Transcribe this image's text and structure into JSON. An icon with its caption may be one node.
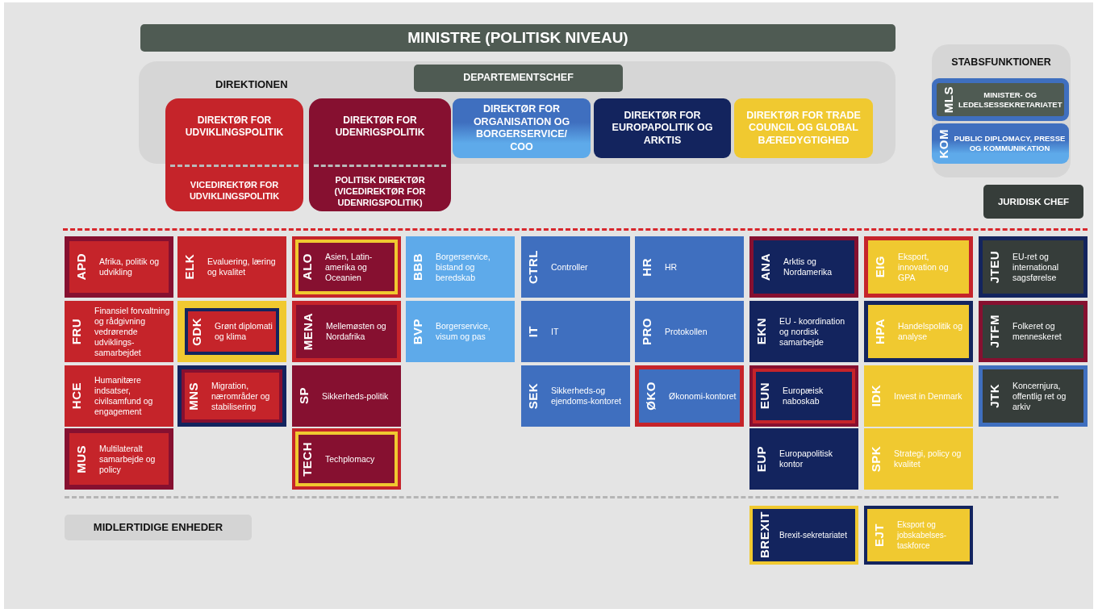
{
  "diagram": {
    "nodes": [
      {
        "text": [
          "MINISTRE (POLITISK NIVEAU)"
        ]
      },
      {
        "text": [
          "DIREKTIONEN"
        ]
      },
      {
        "text": [
          "DEPARTEMENTSCHEF"
        ],
        "in": 1
      },
      {
        "text": [
          "DIREKTØR FOR UDVIKLINGSPOLITIK",
          "VICEDIREKTØR FOR UDVIKLINGSPOLITIK"
        ]
      },
      {
        "text": [
          "DIREKTØR FOR UDENRIGSPOLITIK",
          "POLITISK DIREKTØR (VICEDIREKTØR FOR UDENRIGSPOLITIK)"
        ]
      },
      {
        "text": [
          "DIREKTØR FOR ORGANISATION OG BORGERSERVICE/ COO"
        ],
        "in": 1
      },
      {
        "text": [
          "DIREKTØR FOR EUROPAPOLITIK OG ARKTIS"
        ],
        "in": 1
      },
      {
        "text": [
          "DIREKTØR FOR TRADE COUNCIL OG GLOBAL BÆREDYGTIGHED"
        ],
        "in": 1
      },
      {
        "text": [
          "STABSFUNKTIONER"
        ]
      },
      {
        "text": [
          "MLS",
          "MINISTER- OG LEDELSESSEKRETARIATET"
        ],
        "in": 8
      },
      {
        "text": [
          "KOM",
          "PUBLIC DIPLOMACY, PRESSE OG KOMMUNIKATION"
        ],
        "in": 8
      },
      {
        "text": [
          "JURIDISK CHEF"
        ]
      },
      {
        "text": [
          "APD",
          "Afrika, politik og udvikling"
        ]
      },
      {
        "text": [
          "FRU",
          "Finansiel forvaltning og rådgivning vedrørende udviklings-samarbejdet"
        ]
      },
      {
        "text": [
          "HCE",
          "Humanitære indsatser, civilsamfund og engagement"
        ]
      },
      {
        "text": [
          "MUS",
          "Multilateralt samarbejde og policy"
        ]
      },
      {
        "text": [
          "ELK",
          "Evaluering, læring og kvalitet"
        ]
      },
      {
        "text": [
          "GDK",
          "Grønt diplomati og klima"
        ]
      },
      {
        "text": [
          "MNS",
          "Migration, nærområder og stabilisering"
        ]
      },
      {
        "text": [
          "ALO",
          "Asien, Latin-amerika og Oceanien"
        ]
      },
      {
        "text": [
          "MENA",
          "Mellemøsten og Nordafrika"
        ]
      },
      {
        "text": [
          "SP",
          "Sikkerheds-politik"
        ]
      },
      {
        "text": [
          "TECH",
          "Techplomacy"
        ]
      },
      {
        "text": [
          "BBB",
          "Borgerservice, bistand og beredskab"
        ]
      },
      {
        "text": [
          "BVP",
          "Borgerservice, visum og pas"
        ]
      },
      {
        "text": [
          "CTRL",
          "Controller"
        ]
      },
      {
        "text": [
          "IT",
          "IT"
        ]
      },
      {
        "text": [
          "SEK",
          "Sikkerheds-og ejendoms-kontoret"
        ]
      },
      {
        "text": [
          "HR",
          "HR"
        ]
      },
      {
        "text": [
          "PRO",
          "Protokollen"
        ]
      },
      {
        "text": [
          "ØKO",
          "Økonomi-kontoret"
        ]
      },
      {
        "text": [
          "ANA",
          "Arktis og Nordamerika"
        ]
      },
      {
        "text": [
          "EKN",
          "EU - koordination og nordisk samarbejde"
        ]
      },
      {
        "text": [
          "EUN",
          "Europæisk naboskab"
        ]
      },
      {
        "text": [
          "EUP",
          "Europapolitisk kontor"
        ]
      },
      {
        "text": [
          "EIG",
          "Eksport, innovation og GPA"
        ]
      },
      {
        "text": [
          "HPA",
          "Handelspolitik og analyse"
        ]
      },
      {
        "text": [
          "IDK",
          "Invest in Denmark"
        ]
      },
      {
        "text": [
          "SPK",
          "Strategi, policy og kvalitet"
        ]
      },
      {
        "text": [
          "JTEU",
          "EU-ret og international sagsførelse"
        ]
      },
      {
        "text": [
          "JTFM",
          "Folkeret og menneskeret"
        ]
      },
      {
        "text": [
          "JTK",
          "Koncernjura, offentlig ret og arkiv"
        ]
      },
      {
        "text": [
          "MIDLERTIDIGE ENHEDER"
        ]
      },
      {
        "text": [
          "BREXIT",
          "Brexit-sekretariatet"
        ]
      },
      {
        "text": [
          "EJT",
          "Eksport og jobskabelses-taskforce"
        ]
      }
    ]
  }
}
